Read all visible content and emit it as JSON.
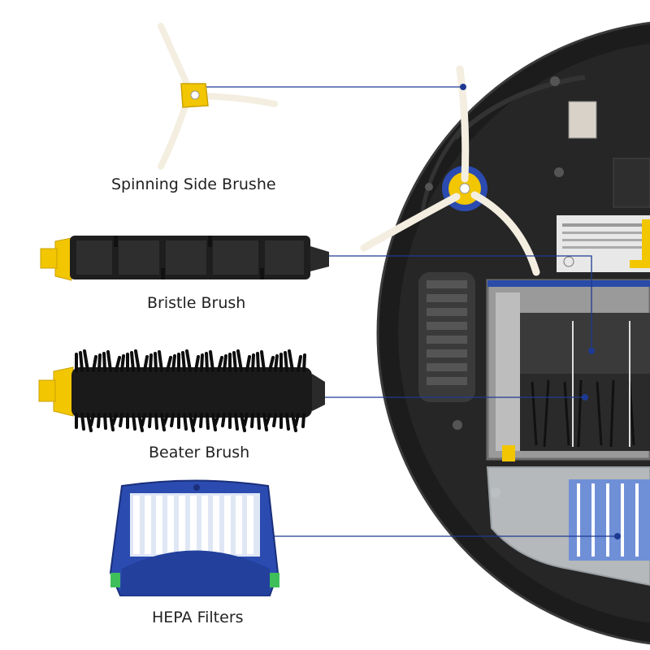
{
  "labels": {
    "side_brush": "Spinning Side Brushe",
    "bristle_brush": "Bristle Brush",
    "beater_brush": "Beater Brush",
    "hepa_filter": "HEPA Filters"
  },
  "colors": {
    "brush_yellow": "#f2c600",
    "leader_line": "#1f3a93",
    "filter_blue": "#2b4bb0",
    "robot_black": "#1c1c1c"
  },
  "icons": {
    "side_brush": "three-arm-side-brush",
    "bristle_brush": "rubber-bristle-roller",
    "beater_brush": "bristle-beater-roller",
    "hepa_filter": "pleated-hepa-filter",
    "robot": "robot-vacuum-underside"
  }
}
